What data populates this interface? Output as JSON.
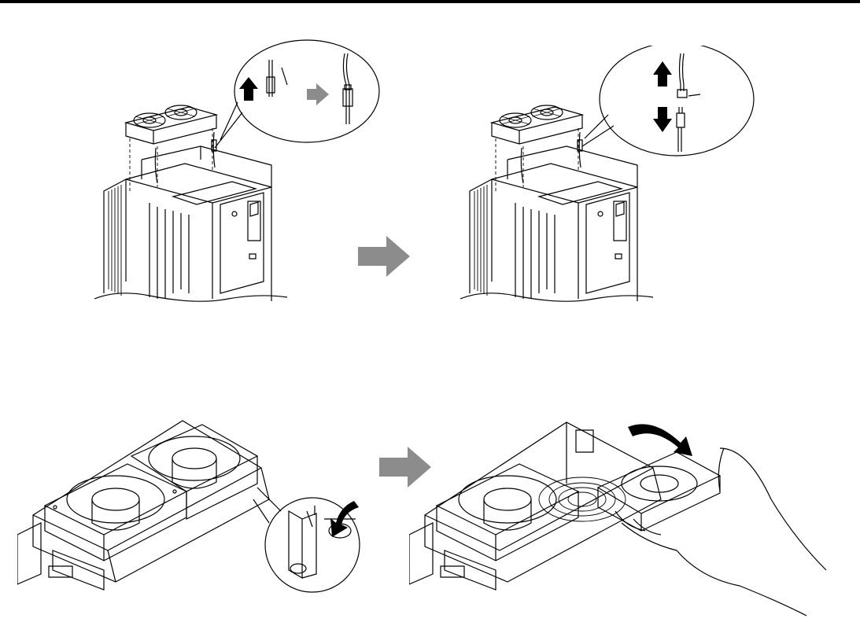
{
  "colors": {
    "line": "#000000",
    "arrow_fill": "#8c8c8c",
    "background": "#ffffff",
    "top_rule": "#000000"
  },
  "icons": {
    "step_arrow": "right-arrow-gray",
    "pull_up": "up-arrow-black",
    "push_down": "down-arrow-black",
    "press_tab": "curved-arrow-black",
    "swing_out": "curved-swing-arrow-black"
  }
}
